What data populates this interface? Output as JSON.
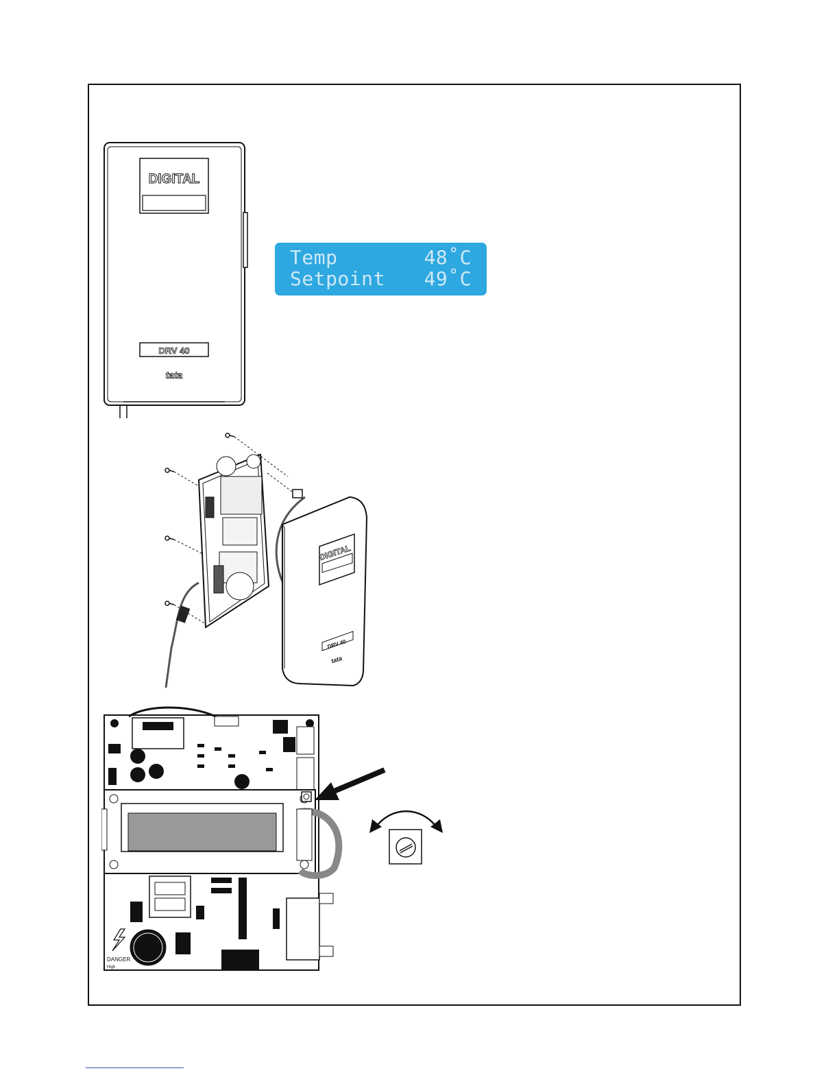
{
  "unit_front": {
    "brand_label": "DIGITAL",
    "model_label": "DRV 40",
    "logo_text": "tata"
  },
  "lcd_display": {
    "rows": [
      {
        "label": "Temp",
        "value": "48˚C"
      },
      {
        "label": "Setpoint",
        "value": "49˚C"
      }
    ],
    "background_color": "#2ea8e0",
    "text_color": "#cfe9f7"
  },
  "exploded_view": {
    "cover_brand_label": "DIGITAL",
    "cover_model_label": "DRV 40",
    "cover_logo_text": "tata"
  },
  "circuit_board": {
    "warning_label": "DANGER",
    "warning_sublabel": "High"
  }
}
